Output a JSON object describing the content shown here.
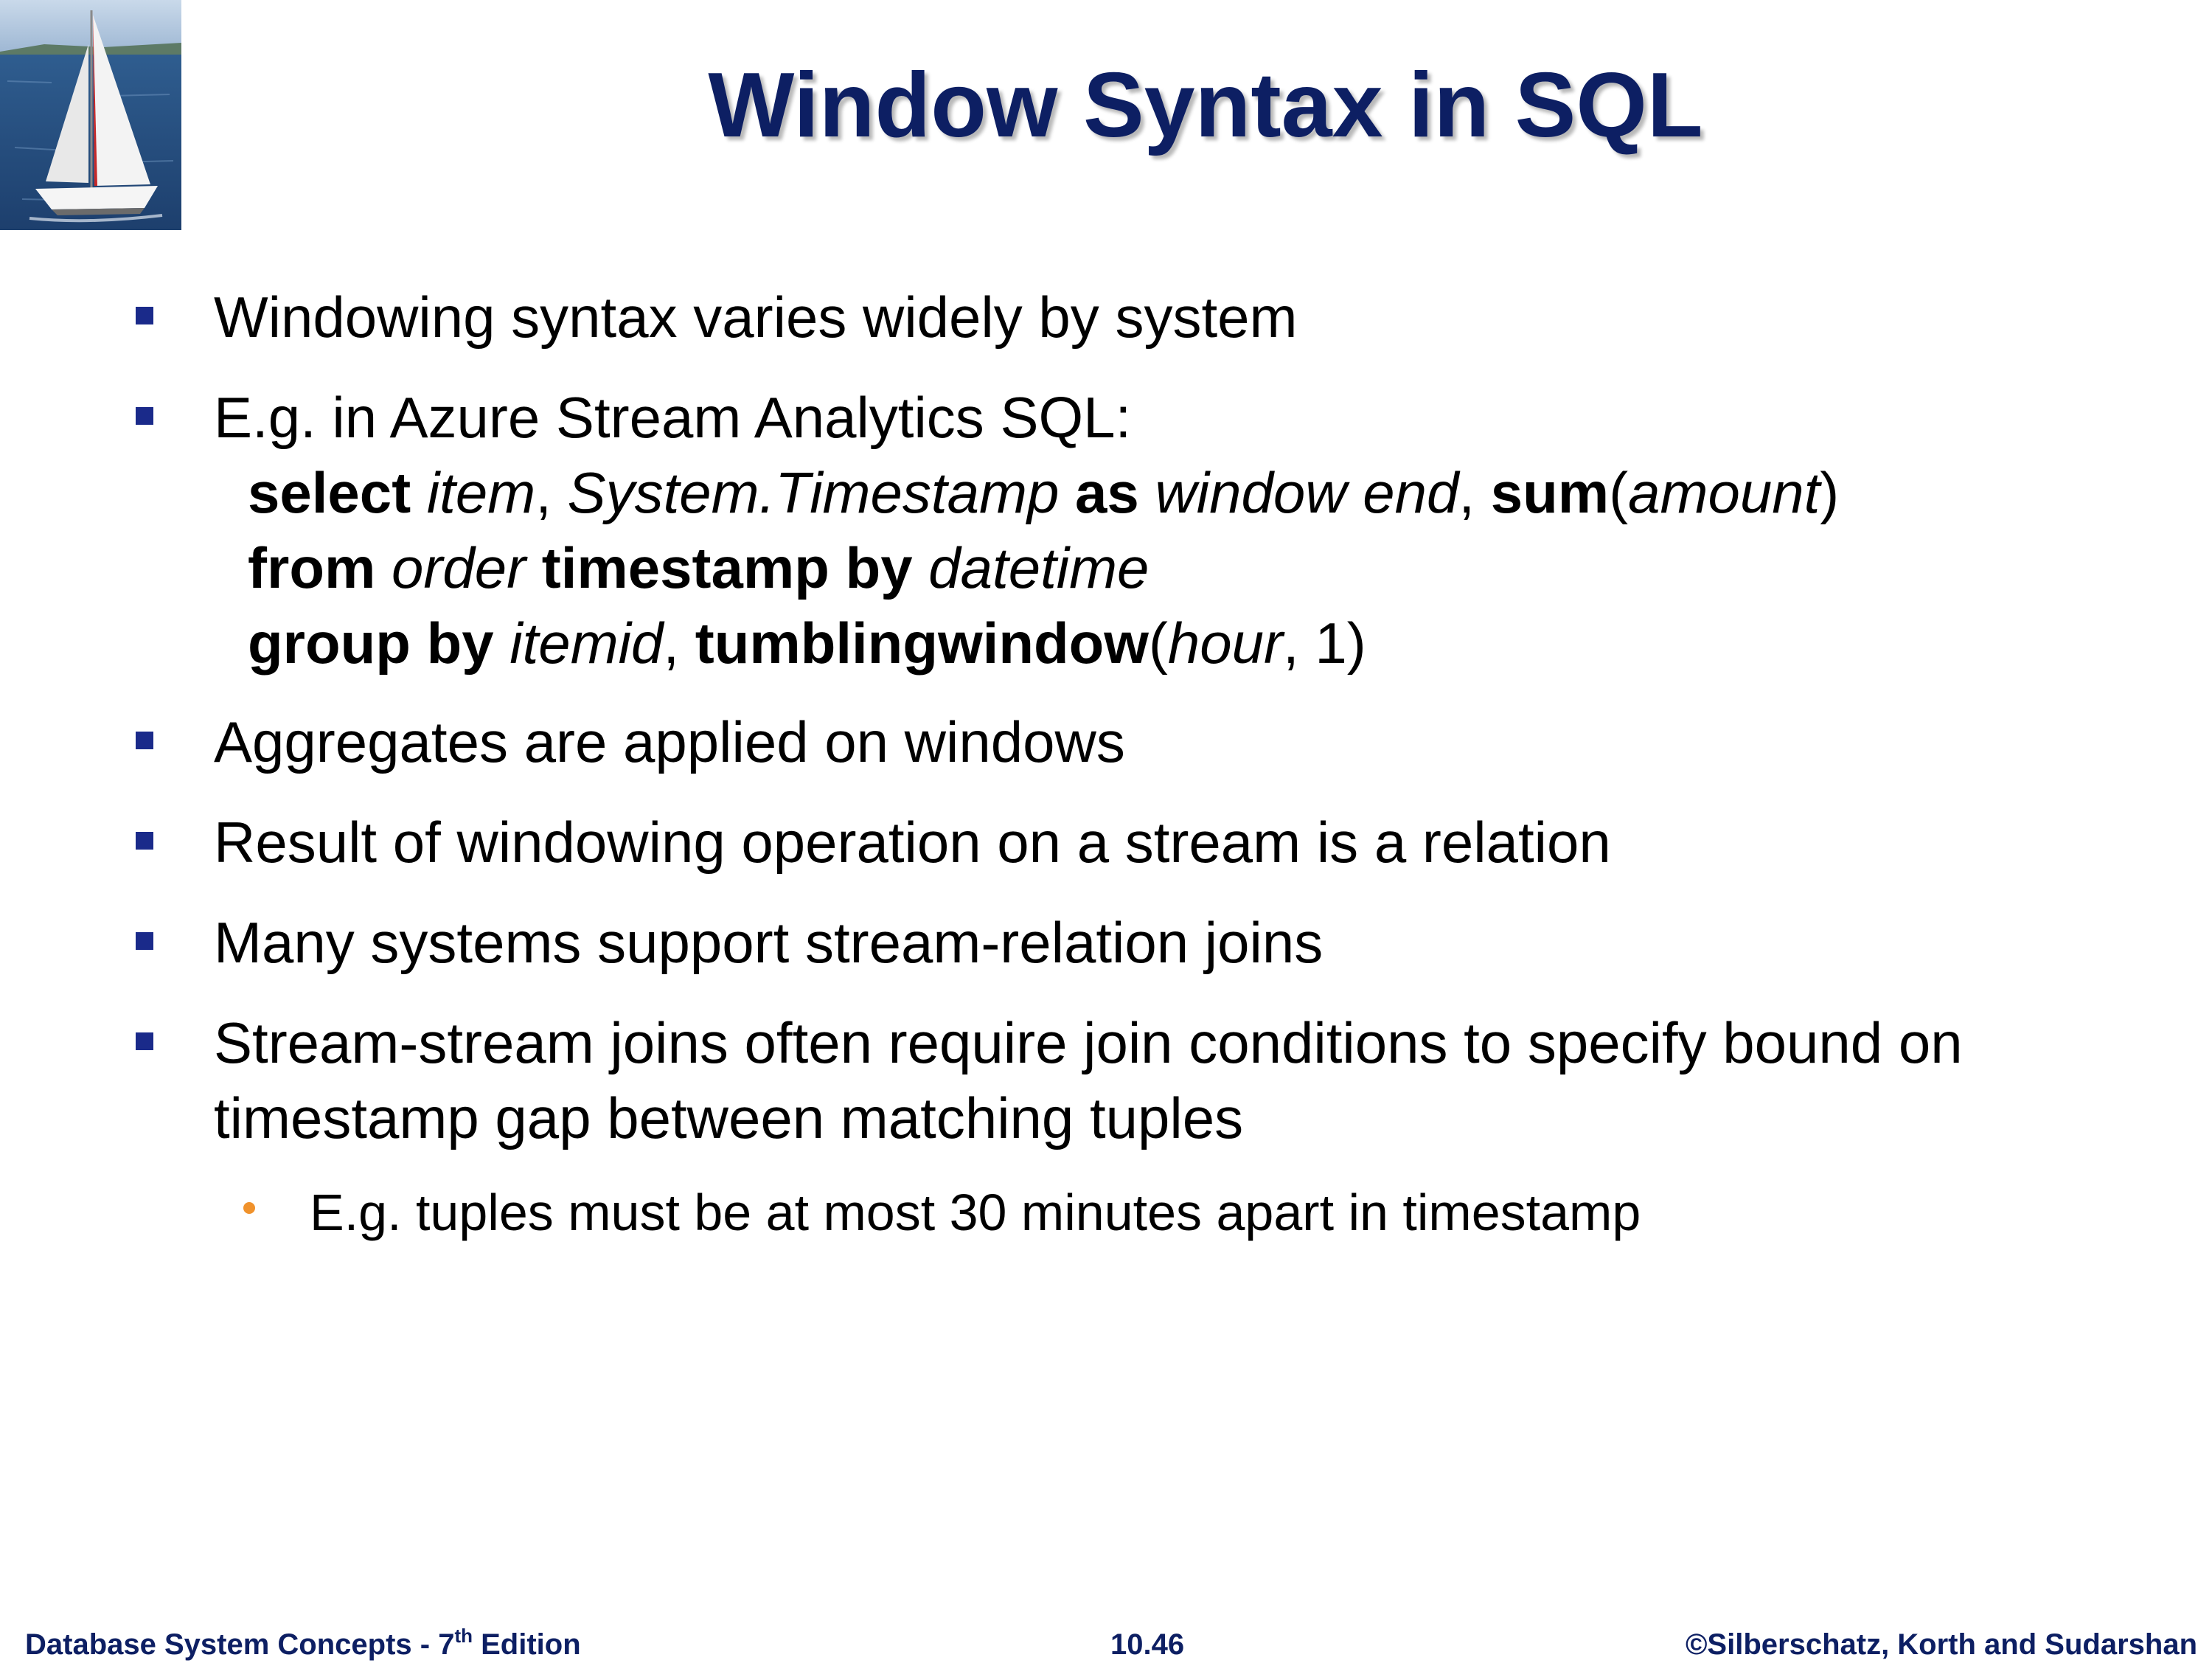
{
  "slide": {
    "title": "Window Syntax in SQL",
    "logo_icon": "sailboat-image"
  },
  "bullets": [
    {
      "text": "Windowing syntax varies widely by system"
    },
    {
      "text": "E.g. in Azure Stream Analytics SQL:"
    },
    {
      "text": "Aggregates are applied on windows"
    },
    {
      "text": "Result of windowing operation on a stream is a relation"
    },
    {
      "text": "Many systems support stream-relation joins"
    },
    {
      "text_line1": "Stream-stream joins often require join conditions to specify bound on",
      "text_line2": "timestamp gap between matching tuples"
    }
  ],
  "sub_bullets": [
    {
      "text": "E.g. tuples must be at most 30 minutes apart in timestamp"
    }
  ],
  "sql": {
    "line1": {
      "kw_select": "select",
      "item": "item",
      "comma1": ", ",
      "ts": "System.Timestamp",
      "kw_as": " as ",
      "window_end": "window end",
      "comma2": ", ",
      "kw_sum": "sum",
      "open": "(",
      "amount": "amount",
      "close": ")"
    },
    "line2": {
      "kw_from": "from",
      "order": " order ",
      "kw_timestamp_by": "timestamp by",
      "datetime": " datetime"
    },
    "line3": {
      "kw_group_by": "group by",
      "itemid": " itemid",
      "comma": ", ",
      "kw_tumbling": "tumblingwindow",
      "open": "(",
      "hour": "hour",
      "rest": ", 1)"
    }
  },
  "footer": {
    "left_main": "Database System Concepts - 7",
    "left_sup": "th",
    "left_end": " Edition",
    "center": "10.46",
    "right": "©Silberschatz, Korth and Sudarshan"
  },
  "colors": {
    "title": "#0d1f63",
    "bullet": "#1a2a8a",
    "sub_bullet": "#f0922c",
    "footer": "#0d1f63"
  }
}
